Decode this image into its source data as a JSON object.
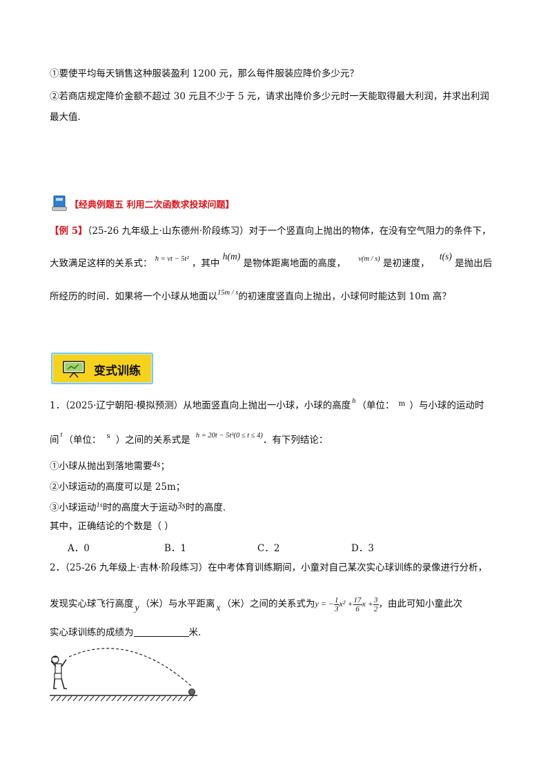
{
  "q1_item1": "①要使平均每天销售这种服装盈利 1200 元，那么每件服装应降价多少元？",
  "q1_item2_l1": "②若商店规定降价金额不超过 30 元且不少于 5 元，请求出降价多少元时一天能取得最大利润，并求出利润",
  "q1_item2_l2": "最大值.",
  "section_title": "【经典例题五  利用二次函数求投球问题】",
  "ex5": {
    "tag": "【例 5】",
    "l1_rest": "（25-26 九年级上·山东德州·阶段练习）对于一个竖直向上抛出的物体，在没有空气阻力的条件下，",
    "l2_a": "大致满足这样的关系式：",
    "formula": "h = vt − 5t²",
    "l2_b": "，其中",
    "h_sym": "h(m)",
    "l2_c": "是物体距离地面的高度，",
    "v_sym": "v(m / s)",
    "l2_d": "是初速度，",
    "t_sym": "t(s)",
    "l2_e": "是抛出后",
    "l3_a": "所经历的时间．如果将一个小球从地面以",
    "speed": "15m / s",
    "l3_b": "的初速度竖直向上抛出，小球何时能达到 10m 高？"
  },
  "variant_label": "变式训练",
  "p1": {
    "l1_a": "1．（2025·辽宁朝阳·模拟预测）从地面竖直向上抛出一小球，小球的高度",
    "h": "h",
    "l1_b": "（单位：",
    "unit_m": "m",
    "l1_c": "）与小球的运动时",
    "l2_a": "间",
    "t": "t",
    "l2_b": "（单位：",
    "unit_s": "s",
    "l2_c": "）之间的关系式是",
    "formula": "h = 20t − 5t²(0 ≤ t ≤ 4)",
    "l2_d": "．有下列结论：",
    "c1_a": "①小球从抛出到落地需要",
    "c1_val": "4s",
    "c1_b": "；",
    "c2": "②小球运动的高度可以是 25m；",
    "c3_a": "③小球运动",
    "c3_v1": "1s",
    "c3_b": "时的高度大于运动",
    "c3_v2": "3s",
    "c3_c": "时的高度.",
    "question": "其中，正确结论的个数是（        ）",
    "opt_a": "A．0",
    "opt_b": "B．1",
    "opt_c": "C．2",
    "opt_d": "D．3"
  },
  "p2": {
    "l1": "2．（25-26 九年级上·吉林·阶段练习）在中考体育训练期间，小童对自己某次实心球训练的录像进行分析，",
    "l2_a": "发现实心球飞行高度",
    "y": "y",
    "l2_b": "（米）与水平距离",
    "x": "x",
    "l2_c": "（米）之间的关系式为",
    "eq_lead": "y = −",
    "f1_num": "1",
    "f1_den": "3",
    "eq_mid1": "x² +",
    "f2_num": "17",
    "f2_den": "6",
    "eq_mid2": "x +",
    "f3_num": "3",
    "f3_den": "2",
    "l2_d": "，由此可知小童此次",
    "l3_a": "实心球训练的成绩为",
    "l3_b": "米."
  },
  "colors": {
    "accent_red": "#d9141b",
    "badge_yellow": "#f6d21c",
    "badge_border": "#7bc6ea"
  },
  "icons": [
    "book-icon",
    "presentation-board-icon",
    "thrower-figure-icon",
    "ball-icon"
  ]
}
